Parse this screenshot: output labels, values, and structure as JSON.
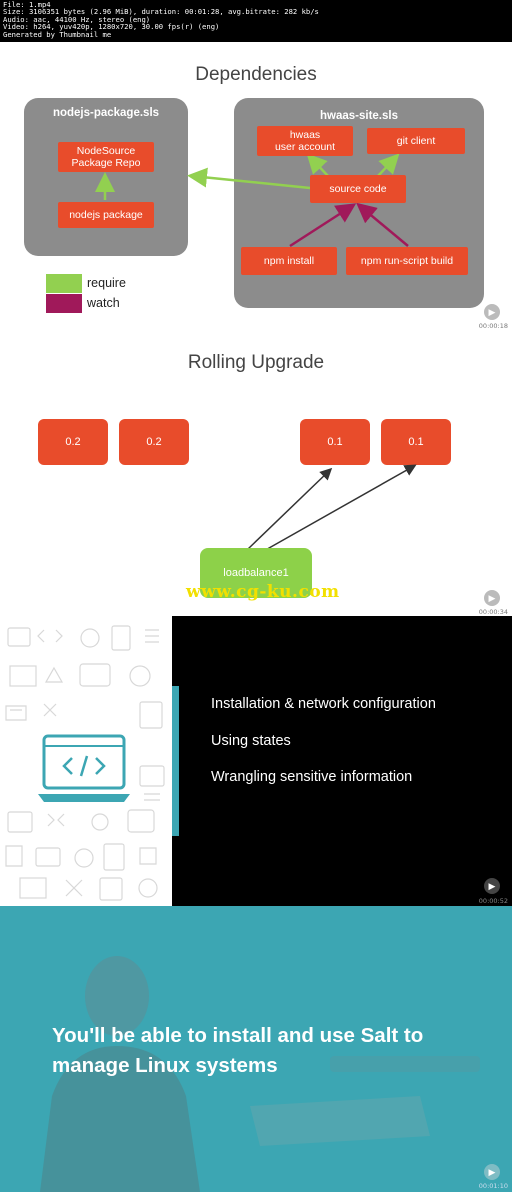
{
  "file_info": {
    "line1": "File: 1.mp4",
    "line2": "Size: 3106351 bytes (2.96 MiB), duration: 00:01:28, avg.bitrate: 282 kb/s",
    "line3": "Audio: aac, 44100 Hz, stereo (eng)",
    "line4": "Video: h264, yuv420p, 1280x720, 30.00 fps(r) (eng)",
    "line5": "Generated by Thumbnail me"
  },
  "slide1": {
    "title": "Dependencies",
    "left_group": {
      "title": "nodejs-package.sls",
      "repo": "NodeSource\nPackage Repo",
      "package": "nodejs package"
    },
    "right_group": {
      "title": "hwaas-site.sls",
      "user": "hwaas\nuser account",
      "git": "git client",
      "source": "source code",
      "npm_install": "npm install",
      "npm_build": "npm run-script build"
    },
    "legend": [
      {
        "label": "require",
        "color": "#92d050"
      },
      {
        "label": "watch",
        "color": "#a0195a"
      }
    ],
    "timestamp": "00:00:18"
  },
  "slide2": {
    "title": "Rolling Upgrade",
    "boxes": [
      "0.2",
      "0.2",
      "0.1",
      "0.1"
    ],
    "loadbalancer": "loadbalance1",
    "watermark": "www.cg-ku.com",
    "timestamp": "00:00:34"
  },
  "slide3": {
    "items": [
      "Installation & network configuration",
      "Using states",
      "Wrangling sensitive information"
    ],
    "timestamp": "00:00:52"
  },
  "slide4": {
    "headline": "You'll be able to install and use Salt to manage Linux systems",
    "timestamp": "00:01:10"
  },
  "colors": {
    "orange": "#e84c2b",
    "green": "#92d050",
    "purple": "#a0195a",
    "teal": "#3ca6b3",
    "gray_box": "#8c8c8c"
  }
}
